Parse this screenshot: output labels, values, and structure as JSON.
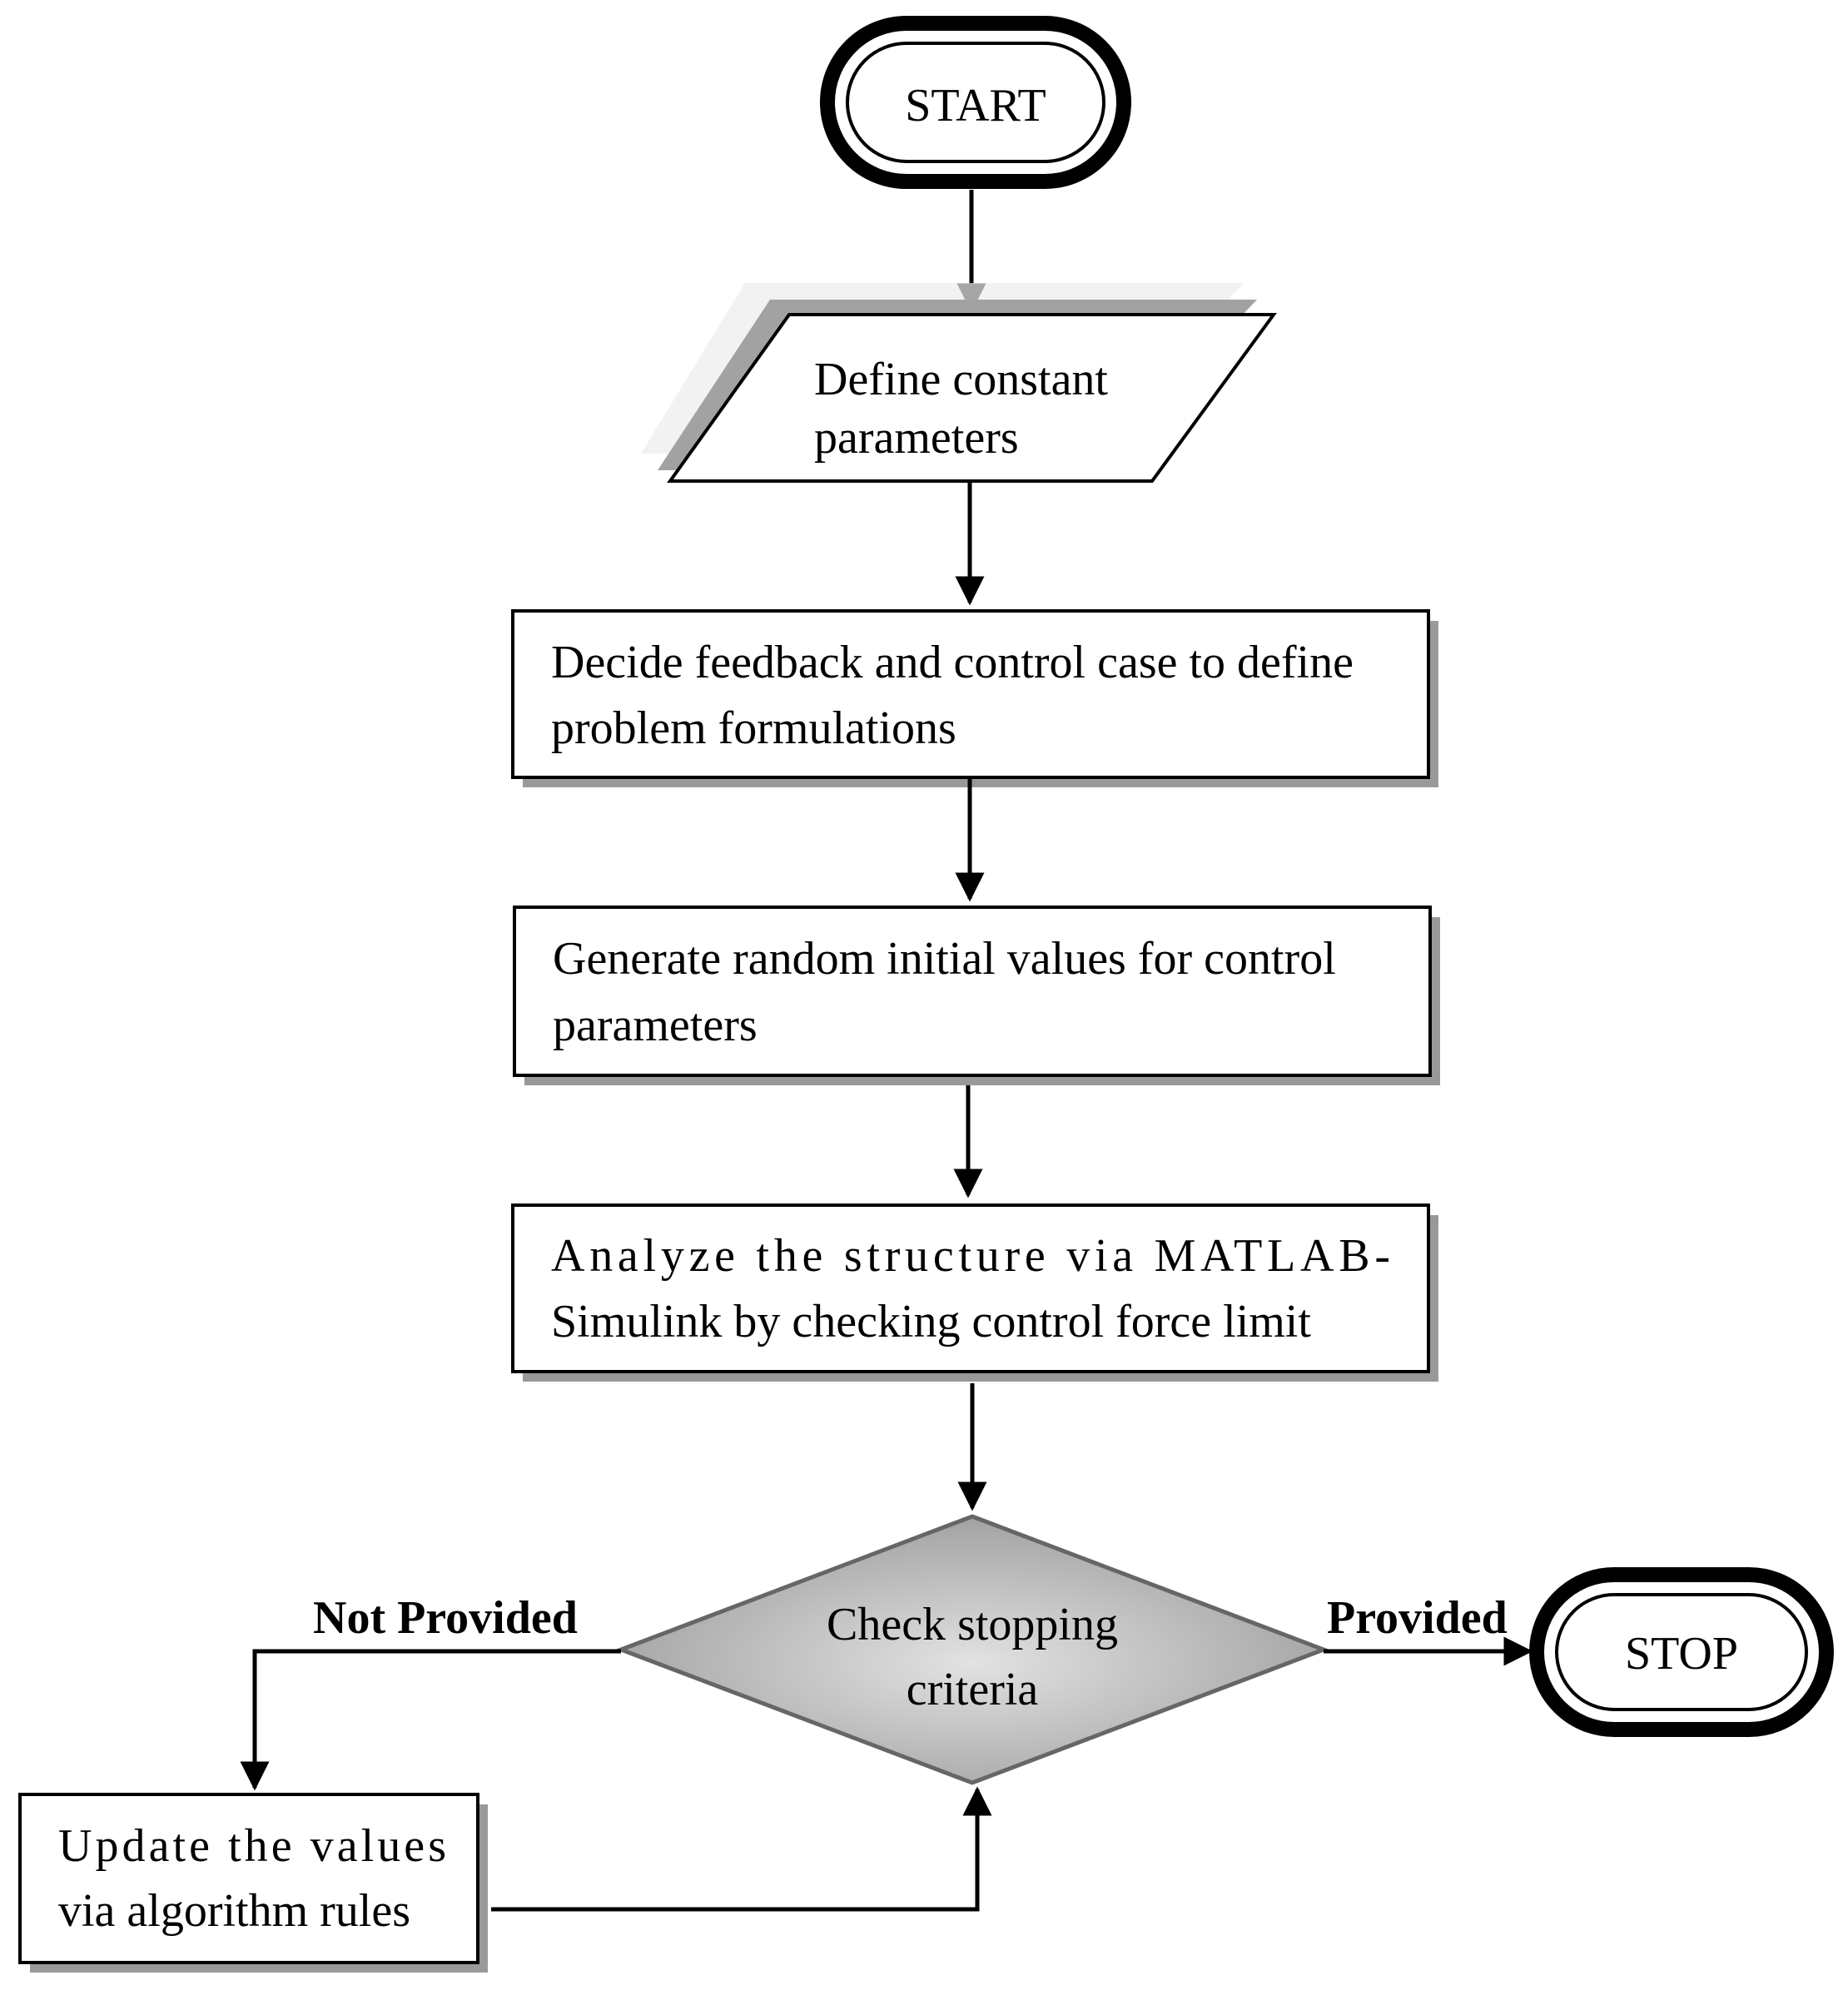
{
  "nodes": {
    "start": {
      "label": "START"
    },
    "define": {
      "line1": "Define constant",
      "line2": "parameters"
    },
    "decide": {
      "line1": "Decide feedback and control case to define",
      "line2": "problem formulations"
    },
    "generate": {
      "line1": "Generate random initial values for control",
      "line2": "parameters"
    },
    "analyze": {
      "line1": "Analyze the structure via MATLAB-",
      "line2": "Simulink by checking control force limit"
    },
    "check": {
      "line1": "Check stopping",
      "line2": "criteria"
    },
    "stop": {
      "label": "STOP"
    },
    "update": {
      "line1": "Update the values",
      "line2": "via algorithm rules"
    }
  },
  "edges": {
    "not_provided": "Not Provided",
    "provided": "Provided"
  },
  "colors": {
    "stroke": "#000000",
    "shadow": "#9a9a9a",
    "shadow_light": "#e6e6e6",
    "decision_fill_outer": "#a8a8a8",
    "decision_fill_inner": "#dcdcdc"
  }
}
